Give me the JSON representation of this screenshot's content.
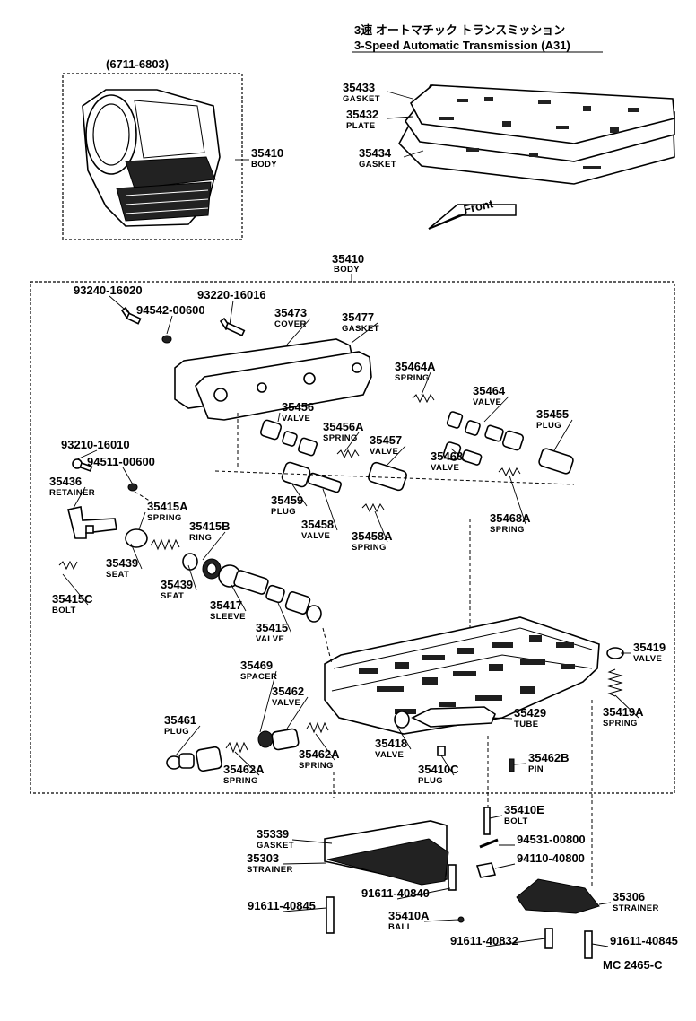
{
  "title": {
    "jp": "3速 オートマチック トランスミッション",
    "en": "3-Speed Automatic Transmission (A31)"
  },
  "inset": {
    "date_range": "(6711-6803)",
    "part_number": "35410",
    "part_name": "BODY"
  },
  "front_label": "Front",
  "body_group": {
    "part_number": "35410",
    "part_name": "BODY"
  },
  "parts": [
    {
      "id": "p35433",
      "number": "35433",
      "name": "GASKET"
    },
    {
      "id": "p35432",
      "number": "35432",
      "name": "PLATE"
    },
    {
      "id": "p35434",
      "number": "35434",
      "name": "GASKET"
    },
    {
      "id": "p93240",
      "number": "93240-16020",
      "name": ""
    },
    {
      "id": "p94542",
      "number": "94542-00600",
      "name": ""
    },
    {
      "id": "p93220",
      "number": "93220-16016",
      "name": ""
    },
    {
      "id": "p35473",
      "number": "35473",
      "name": "COVER"
    },
    {
      "id": "p35477",
      "number": "35477",
      "name": "GASKET"
    },
    {
      "id": "p35464A",
      "number": "35464A",
      "name": "SPRING"
    },
    {
      "id": "p35464",
      "number": "35464",
      "name": "VALVE"
    },
    {
      "id": "p35456",
      "number": "35456",
      "name": "VALVE"
    },
    {
      "id": "p35456A",
      "number": "35456A",
      "name": "SPRING"
    },
    {
      "id": "p35457",
      "number": "35457",
      "name": "VALVE"
    },
    {
      "id": "p35455",
      "number": "35455",
      "name": "PLUG"
    },
    {
      "id": "p93210",
      "number": "93210-16010",
      "name": ""
    },
    {
      "id": "p94511",
      "number": "94511-00600",
      "name": ""
    },
    {
      "id": "p35436",
      "number": "35436",
      "name": "RETAINER"
    },
    {
      "id": "p35468",
      "number": "35468",
      "name": "VALVE"
    },
    {
      "id": "p35468A",
      "number": "35468A",
      "name": "SPRING"
    },
    {
      "id": "p35459",
      "number": "35459",
      "name": "PLUG"
    },
    {
      "id": "p35458",
      "number": "35458",
      "name": "VALVE"
    },
    {
      "id": "p35458A",
      "number": "35458A",
      "name": "SPRING"
    },
    {
      "id": "p35415A",
      "number": "35415A",
      "name": "SPRING"
    },
    {
      "id": "p35415B",
      "number": "35415B",
      "name": "RING"
    },
    {
      "id": "p35439a",
      "number": "35439",
      "name": "SEAT"
    },
    {
      "id": "p35439b",
      "number": "35439",
      "name": "SEAT"
    },
    {
      "id": "p35415C",
      "number": "35415C",
      "name": "BOLT"
    },
    {
      "id": "p35417",
      "number": "35417",
      "name": "SLEEVE"
    },
    {
      "id": "p35415",
      "number": "35415",
      "name": "VALVE"
    },
    {
      "id": "p35419",
      "number": "35419",
      "name": "VALVE"
    },
    {
      "id": "p35419A",
      "number": "35419A",
      "name": "SPRING"
    },
    {
      "id": "p35469",
      "number": "35469",
      "name": "SPACER"
    },
    {
      "id": "p35462",
      "number": "35462",
      "name": "VALVE"
    },
    {
      "id": "p35461",
      "number": "35461",
      "name": "PLUG"
    },
    {
      "id": "p35462Aa",
      "number": "35462A",
      "name": "SPRING"
    },
    {
      "id": "p35462Ab",
      "number": "35462A",
      "name": "SPRING"
    },
    {
      "id": "p35429",
      "number": "35429",
      "name": "TUBE"
    },
    {
      "id": "p35418",
      "number": "35418",
      "name": "VALVE"
    },
    {
      "id": "p35410C",
      "number": "35410C",
      "name": "PLUG"
    },
    {
      "id": "p35462B",
      "number": "35462B",
      "name": "PIN"
    },
    {
      "id": "p35410E",
      "number": "35410E",
      "name": "BOLT"
    },
    {
      "id": "p35339",
      "number": "35339",
      "name": "GASKET"
    },
    {
      "id": "p35303",
      "number": "35303",
      "name": "STRAINER"
    },
    {
      "id": "p94531",
      "number": "94531-00800",
      "name": ""
    },
    {
      "id": "p94110",
      "number": "94110-40800",
      "name": ""
    },
    {
      "id": "p91611_40840",
      "number": "91611-40840",
      "name": ""
    },
    {
      "id": "p35306",
      "number": "35306",
      "name": "STRAINER"
    },
    {
      "id": "p91611_40845a",
      "number": "91611-40845",
      "name": ""
    },
    {
      "id": "p35410A",
      "number": "35410A",
      "name": "BALL"
    },
    {
      "id": "p91611_40832",
      "number": "91611-40832",
      "name": ""
    },
    {
      "id": "p91611_40845b",
      "number": "91611-40845",
      "name": ""
    }
  ],
  "diagram_code": "MC 2465-C"
}
